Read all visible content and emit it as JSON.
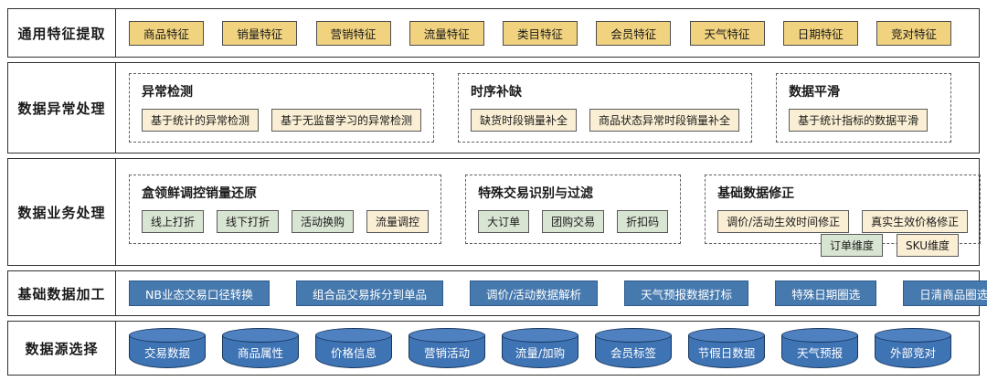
{
  "palette": {
    "feature_yellow": "#F1D37F",
    "cream": "#FAEFD4",
    "green": "#D9E5D3",
    "process_blue": "#4679AE",
    "process_blue_border": "#2E5B8C",
    "cylinder_blue": "#3E73B4",
    "cylinder_top_blue": "#4F80BF",
    "cylinder_border": "#17375E",
    "row_border": "#2F2F2F"
  },
  "rows": {
    "features": {
      "label": "通用特征提取",
      "items": [
        "商品特征",
        "销量特征",
        "营销特征",
        "流量特征",
        "类目特征",
        "会员特征",
        "天气特征",
        "日期特征",
        "竞对特征"
      ]
    },
    "anomaly": {
      "label": "数据异常处理",
      "groups": [
        {
          "title": "异常检测",
          "items": [
            "基于统计的异常检测",
            "基于无监督学习的异常检测"
          ]
        },
        {
          "title": "时序补缺",
          "items": [
            "缺货时段销量补全",
            "商品状态异常时段销量补全"
          ]
        },
        {
          "title": "数据平滑",
          "items": [
            "基于统计指标的数据平滑"
          ]
        }
      ]
    },
    "business": {
      "label": "数据业务处理",
      "groups": [
        {
          "title": "盒领鲜调控销量还原",
          "items": [
            {
              "text": "线上打折",
              "dimension": "order"
            },
            {
              "text": "线下打折",
              "dimension": "order"
            },
            {
              "text": "活动换购",
              "dimension": "order"
            },
            {
              "text": "流量调控",
              "dimension": "sku"
            }
          ]
        },
        {
          "title": "特殊交易识别与过滤",
          "items": [
            {
              "text": "大订单",
              "dimension": "order"
            },
            {
              "text": "团购交易",
              "dimension": "order"
            },
            {
              "text": "折扣码",
              "dimension": "order"
            }
          ]
        },
        {
          "title": "基础数据修正",
          "items": [
            {
              "text": "调价/活动生效时间修正",
              "dimension": "sku"
            },
            {
              "text": "真实生效价格修正",
              "dimension": "sku"
            }
          ]
        }
      ],
      "legend": [
        {
          "text": "订单维度",
          "color": "green"
        },
        {
          "text": "SKU维度",
          "color": "cream"
        }
      ]
    },
    "processing": {
      "label": "基础数据加工",
      "items": [
        "NB业态交易口径转换",
        "组合品交易拆分到单品",
        "调价/活动数据解析",
        "天气预报数据打标",
        "特殊日期圈选",
        "日清商品圈选"
      ]
    },
    "sources": {
      "label": "数据源选择",
      "items": [
        "交易数据",
        "商品属性",
        "价格信息",
        "营销活动",
        "流量/加购",
        "会员标签",
        "节假日数据",
        "天气预报",
        "外部竞对"
      ]
    }
  }
}
